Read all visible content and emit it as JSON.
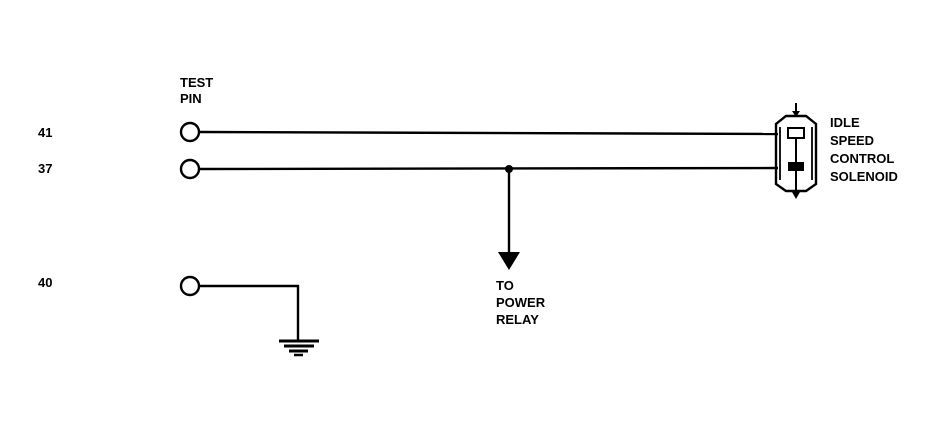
{
  "diagram": {
    "test_pin_label": [
      "TEST",
      "PIN"
    ],
    "pins": [
      {
        "number": "41"
      },
      {
        "number": "37"
      },
      {
        "number": "40"
      }
    ],
    "solenoid_label": [
      "IDLE",
      "SPEED",
      "CONTROL",
      "SOLENOID"
    ],
    "power_relay_label": [
      "TO",
      "POWER",
      "RELAY"
    ],
    "colors": {
      "line": "#000000",
      "background": "#ffffff"
    },
    "icons": {
      "ground": "ground-symbol-icon",
      "arrow": "arrow-down-icon",
      "solenoid": "solenoid-icon"
    }
  }
}
